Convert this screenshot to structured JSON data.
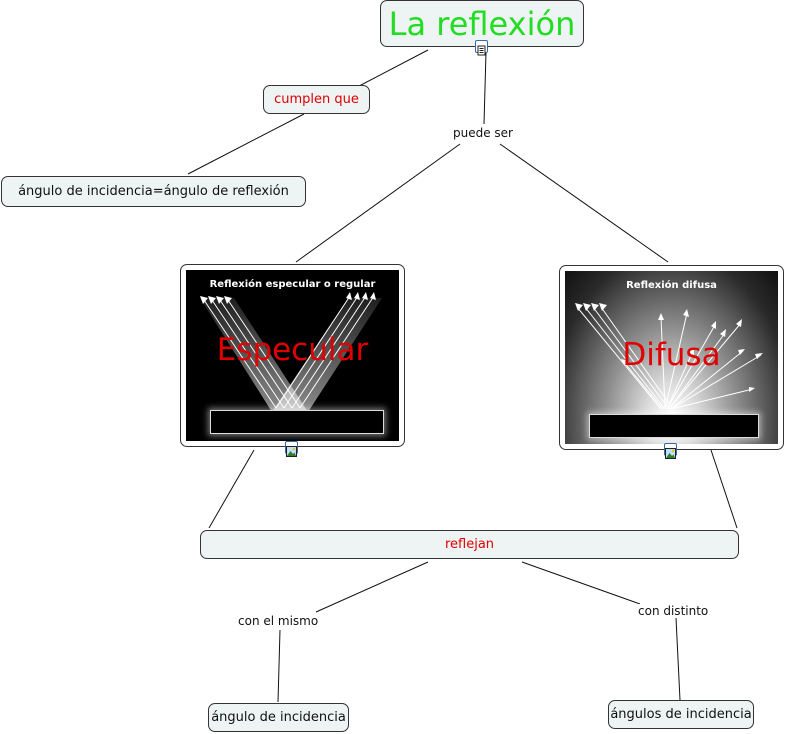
{
  "title": "La reflexión",
  "title_color": "#22dd22",
  "accent_red": "#e00000",
  "nodes": {
    "cumplen": "cumplen que",
    "angle_equal": "ángulo de incidencia=ángulo de reflexión",
    "reflejan": "reflejan",
    "same_angle": "ángulo de incidencia",
    "different_angle": "ángulos de incidencia"
  },
  "link_labels": {
    "puede_ser": "puede ser",
    "con_el_mismo": "con el mismo",
    "con_distinto": "con distinto"
  },
  "images": {
    "specular": {
      "caption": "Reflexión especular o regular",
      "overlay": "Especular"
    },
    "diffuse": {
      "caption": "Reflexión difusa",
      "overlay": "Difusa"
    }
  },
  "icons": {
    "title_badge": "document-icon",
    "image_badge": "image-icon"
  }
}
